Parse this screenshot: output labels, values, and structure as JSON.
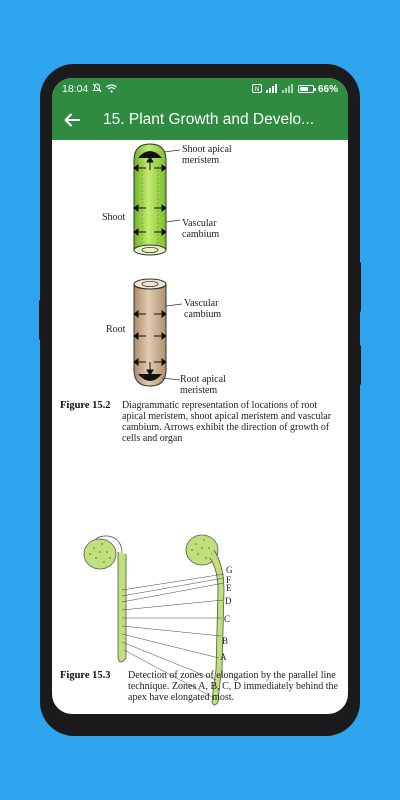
{
  "status_bar": {
    "time": "18:04",
    "battery_percent": "66"
  },
  "app_bar": {
    "title": "15. Plant Growth and Develo..."
  },
  "figure_15_2": {
    "labels": {
      "shoot_apical_meristem": "Shoot apical\nmeristem",
      "shoot": "Shoot",
      "vascular_cambium_top": "Vascular\ncambium",
      "vascular_cambium_bottom": "Vascular\ncambium",
      "root": "Root",
      "root_apical_meristem": "Root apical\nmeristem"
    },
    "number": "Figure  15.2",
    "caption": "Diagrammatic representation of locations of root apical meristem, shoot apical meristem and vascular cambium. Arrows exhibit the direction of growth of cells and organ"
  },
  "figure_15_3": {
    "zone_labels": [
      "G",
      "F",
      "E",
      "D",
      "C",
      "B",
      "A"
    ],
    "number": "Figure  15.3",
    "caption": "Detection of zones of elongation by the parallel line technique. Zones A, B, C, D immediately behind the apex have elongated most."
  },
  "colors": {
    "background": "#2fa4ee",
    "app_bar": "#2e8b3f",
    "shoot_green": "#a4d94a",
    "root_tan": "#c8ad8f",
    "seedling_green": "#bfe07a"
  }
}
